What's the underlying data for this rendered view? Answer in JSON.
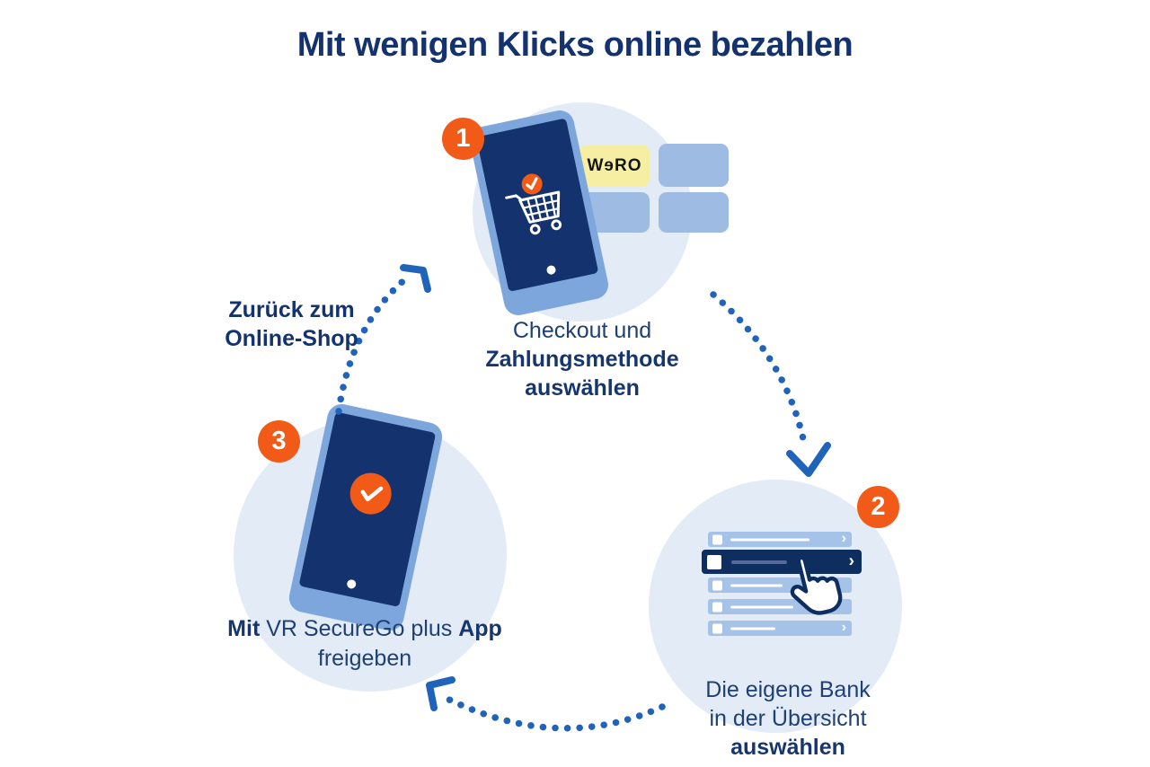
{
  "title": "Mit wenigen Klicks online bezahlen",
  "back_to_shop_label": {
    "line1": "Zurück zum",
    "line2": "Online-Shop"
  },
  "wero_logo_text": "WɘRO",
  "steps": [
    {
      "number": "1",
      "caption_lines": [
        {
          "segments": [
            {
              "text": "Checkout und",
              "bold": false
            }
          ]
        },
        {
          "segments": [
            {
              "text": "Zahlungsmethode",
              "bold": true
            }
          ]
        },
        {
          "segments": [
            {
              "text": "auswählen",
              "bold": true
            }
          ]
        }
      ]
    },
    {
      "number": "2",
      "caption_lines": [
        {
          "segments": [
            {
              "text": "Die eigene Bank",
              "bold": false
            }
          ]
        },
        {
          "segments": [
            {
              "text": "in der Übersicht",
              "bold": false
            }
          ]
        },
        {
          "segments": [
            {
              "text": "auswählen",
              "bold": true
            }
          ]
        }
      ]
    },
    {
      "number": "3",
      "caption_lines": [
        {
          "segments": [
            {
              "text": "Mit ",
              "bold": true
            },
            {
              "text": "VR SecureGo plus ",
              "bold": false
            },
            {
              "text": "App",
              "bold": true
            }
          ]
        },
        {
          "segments": [
            {
              "text": "freigeben",
              "bold": false
            }
          ]
        }
      ]
    }
  ],
  "colors": {
    "title_navy": "#14336E",
    "caption_navy": "#1E4074",
    "accent_orange": "#F15A17",
    "circle_light_blue": "#E3EBF6",
    "phone_body_blue": "#7DA7DC",
    "tile_blue": "#9DBBE3",
    "wero_yellow": "#F6EFA3",
    "dot_arrow_blue": "#1F64BA",
    "selected_row_navy": "#0E2E5F",
    "list_row_blue": "#A5C2E9"
  }
}
